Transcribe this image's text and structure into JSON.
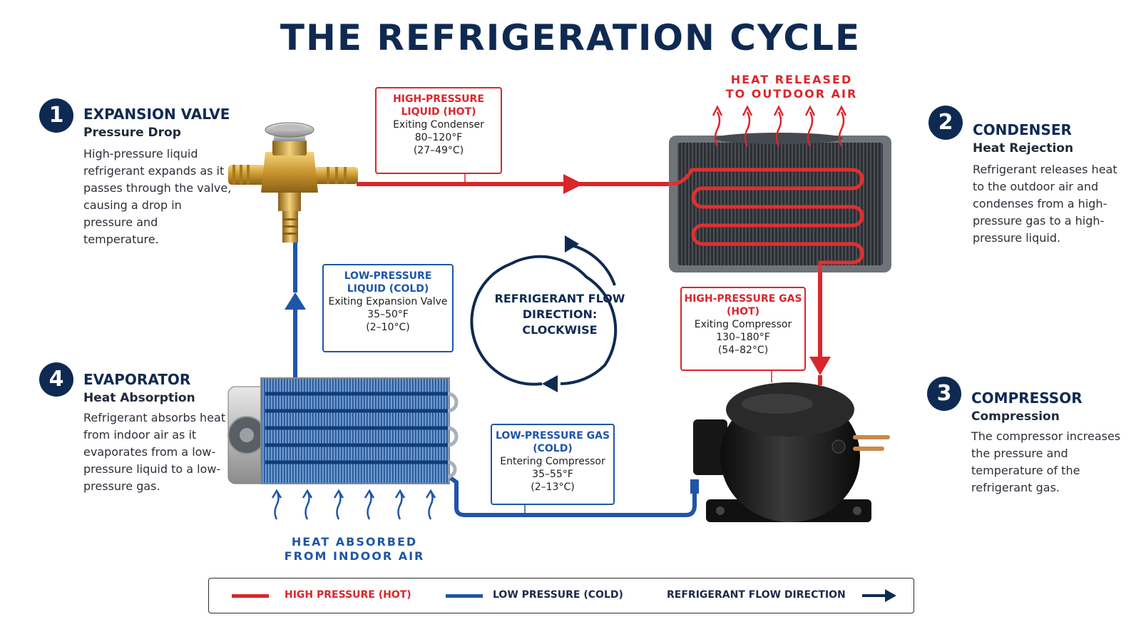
{
  "title": "THE REFRIGERATION CYCLE",
  "colors": {
    "hot": "#d9262c",
    "cold": "#1f55a8",
    "navy": "#0f2a52"
  },
  "steps": [
    {
      "number": "1",
      "title": "EXPANSION VALVE",
      "subtitle": "Pressure Drop",
      "description": "High-pressure liquid refrigerant expands as it passes through the valve, causing a drop in pressure and temperature."
    },
    {
      "number": "2",
      "title": "CONDENSER",
      "subtitle": "Heat Rejection",
      "description": "Refrigerant releases heat to the outdoor air and condenses from a high-pressure gas to a high-pressure liquid."
    },
    {
      "number": "3",
      "title": "COMPRESSOR",
      "subtitle": "Compression",
      "description": "The compressor increases the pressure and temperature of the refrigerant gas."
    },
    {
      "number": "4",
      "title": "EVAPORATOR",
      "subtitle": "Heat Absorption",
      "description": "Refrigerant absorbs heat from indoor air as it evaporates from a low-pressure liquid to a low-pressure gas."
    }
  ],
  "callouts": {
    "hp_liquid": {
      "kind": "HIGH-PRESSURE LIQUID (HOT)",
      "location": "Exiting Condenser",
      "temp_f": "80–120°F",
      "temp_c": "(27–49°C)"
    },
    "hp_gas": {
      "kind": "HIGH-PRESSURE GAS (HOT)",
      "location": "Exiting Compressor",
      "temp_f": "130–180°F",
      "temp_c": "(54–82°C)"
    },
    "lp_liquid": {
      "kind": "LOW-PRESSURE LIQUID (COLD)",
      "location": "Exiting Expansion Valve",
      "temp_f": "35–50°F",
      "temp_c": "(2–10°C)"
    },
    "lp_gas": {
      "kind": "LOW-PRESSURE GAS (COLD)",
      "location": "Entering Compressor",
      "temp_f": "35–55°F",
      "temp_c": "(2–13°C)"
    }
  },
  "heat_released": "HEAT RELEASED TO OUTDOOR AIR",
  "heat_absorbed": "HEAT ABSORBED FROM INDOOR AIR",
  "flow_direction": "REFRIGERANT FLOW DIRECTION: CLOCKWISE",
  "legend": {
    "high": "HIGH PRESSURE (HOT)",
    "low": "LOW PRESSURE (COLD)",
    "flow": "REFRIGERANT FLOW DIRECTION"
  }
}
